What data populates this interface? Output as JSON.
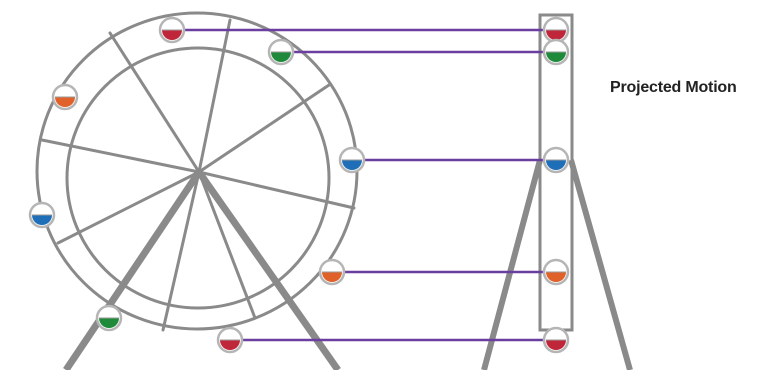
{
  "caption": "Projected Motion",
  "colors": {
    "structure": "#8a8a8a",
    "arrow": "#6a3fa0",
    "red": "#c0263a",
    "green": "#1f8a3a",
    "orange": "#e0612a",
    "blue": "#1f6fb8"
  },
  "icons": {
    "car": "half-filled-circle",
    "arrow": "arrow-right"
  },
  "cars": [
    {
      "name": "car-red-top",
      "color": "red",
      "projected": true
    },
    {
      "name": "car-green-top",
      "color": "green",
      "projected": true
    },
    {
      "name": "car-blue-right",
      "color": "blue",
      "projected": true
    },
    {
      "name": "car-orange-lower-right",
      "color": "orange",
      "projected": true
    },
    {
      "name": "car-red-bottom",
      "color": "red",
      "projected": true
    },
    {
      "name": "car-green-bottom",
      "color": "green",
      "projected": false
    },
    {
      "name": "car-blue-left",
      "color": "blue",
      "projected": false
    },
    {
      "name": "car-orange-upper-left",
      "color": "orange",
      "projected": false
    }
  ]
}
